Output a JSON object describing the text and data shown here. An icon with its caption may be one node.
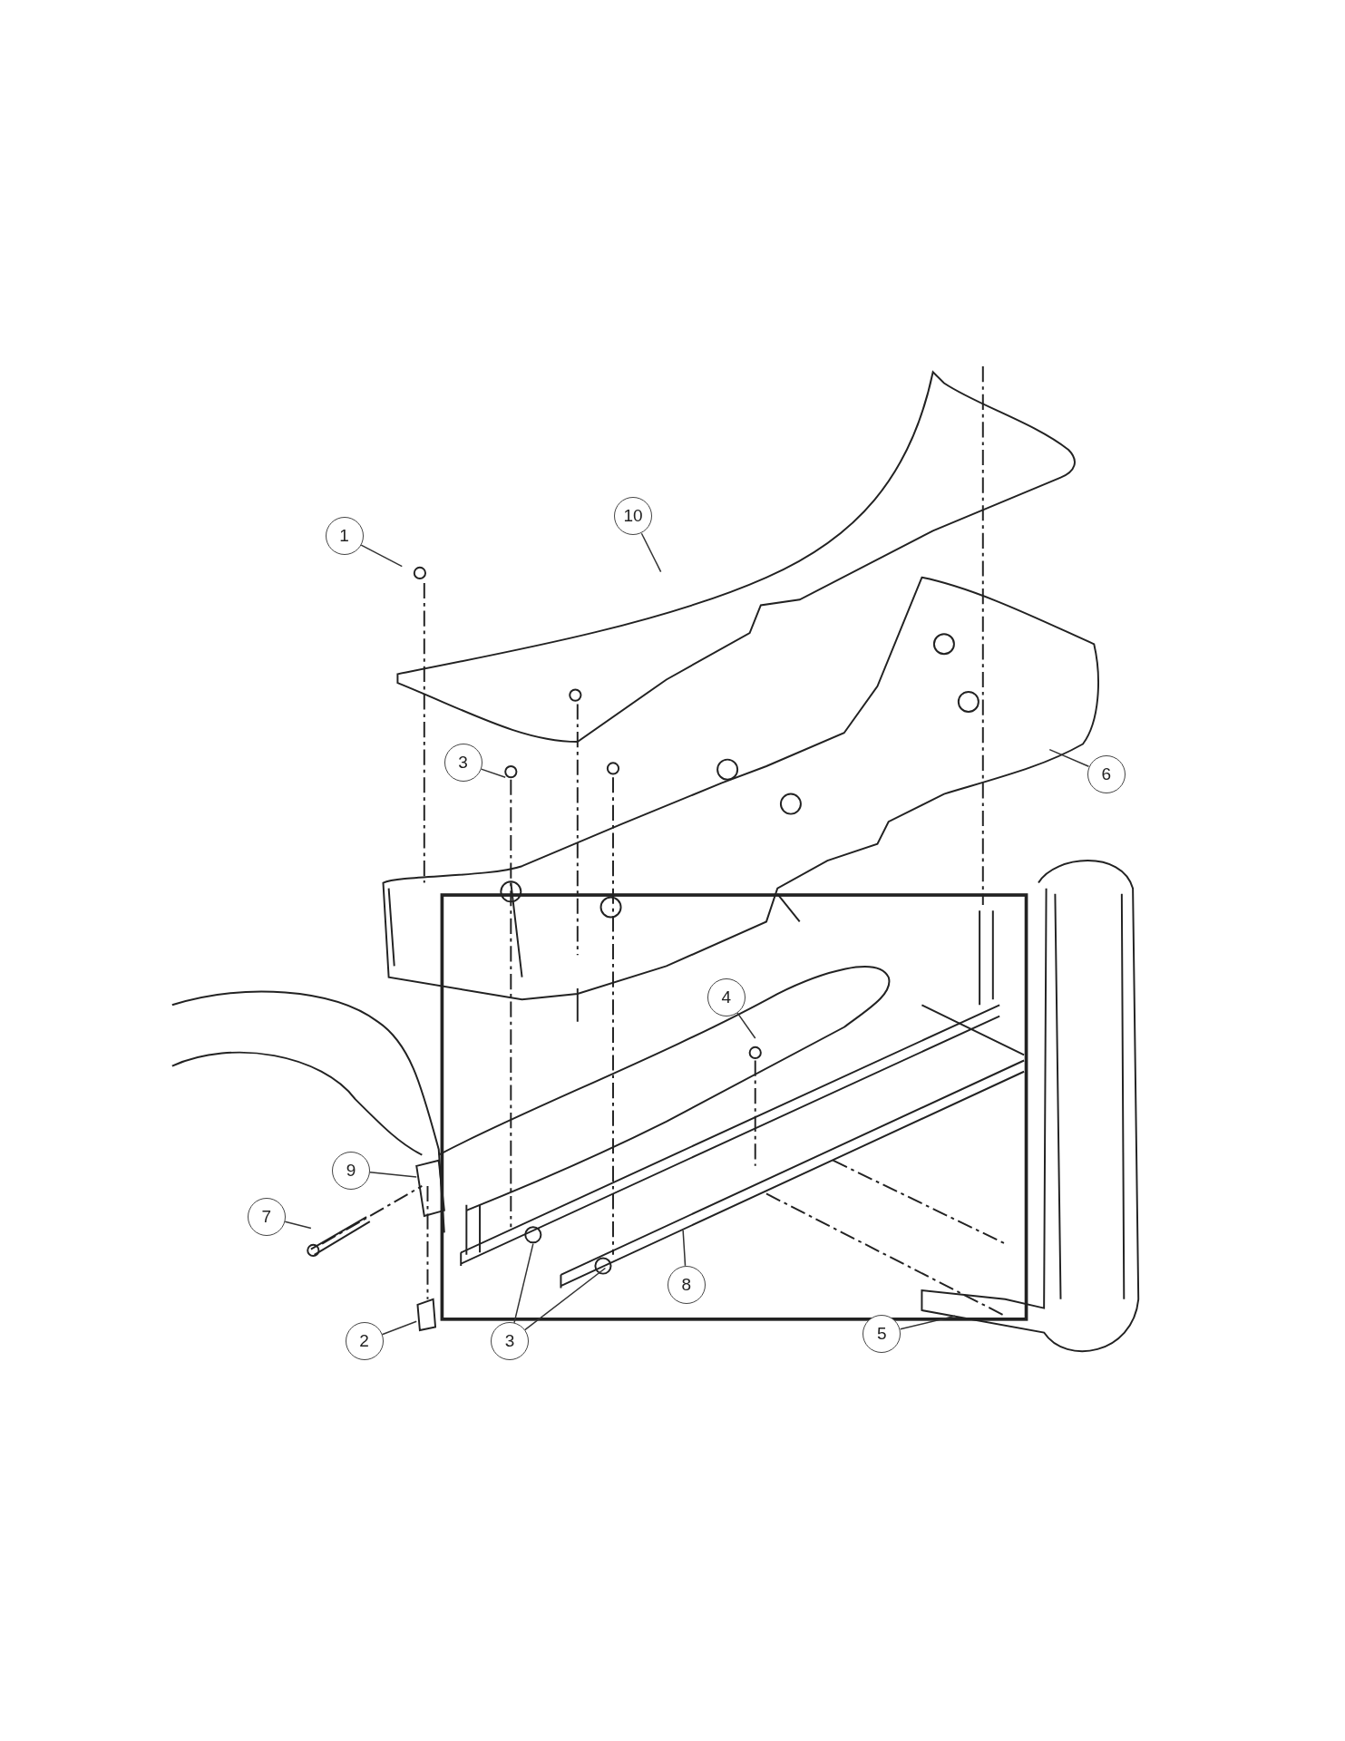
{
  "diagram": {
    "nodes": [
      {
        "text": [
          "10"
        ]
      },
      {
        "text": [
          "1"
        ]
      },
      {
        "text": [
          "3"
        ]
      },
      {
        "text": [
          "6"
        ]
      },
      {
        "text": [
          "4"
        ]
      },
      {
        "text": [
          "9"
        ]
      },
      {
        "text": [
          "7"
        ]
      },
      {
        "text": [
          "8"
        ]
      },
      {
        "text": [
          "5"
        ]
      },
      {
        "text": [
          "2"
        ]
      },
      {
        "text": [
          "3"
        ]
      }
    ],
    "edges": [
      {
        "from": 0,
        "to": null,
        "arrow": "none"
      },
      {
        "from": 1,
        "to": null,
        "arrow": "none"
      },
      {
        "from": 2,
        "to": null,
        "arrow": "none"
      },
      {
        "from": 3,
        "to": null,
        "arrow": "none"
      },
      {
        "from": 4,
        "to": null,
        "arrow": "none"
      },
      {
        "from": 5,
        "to": null,
        "arrow": "none"
      },
      {
        "from": 6,
        "to": null,
        "arrow": "none"
      },
      {
        "from": 7,
        "to": null,
        "arrow": "none"
      },
      {
        "from": 8,
        "to": null,
        "arrow": "none"
      },
      {
        "from": 9,
        "to": null,
        "arrow": "none"
      },
      {
        "from": 10,
        "to": null,
        "arrow": "none"
      },
      {
        "from": 10,
        "to": null,
        "arrow": "none"
      }
    ]
  }
}
